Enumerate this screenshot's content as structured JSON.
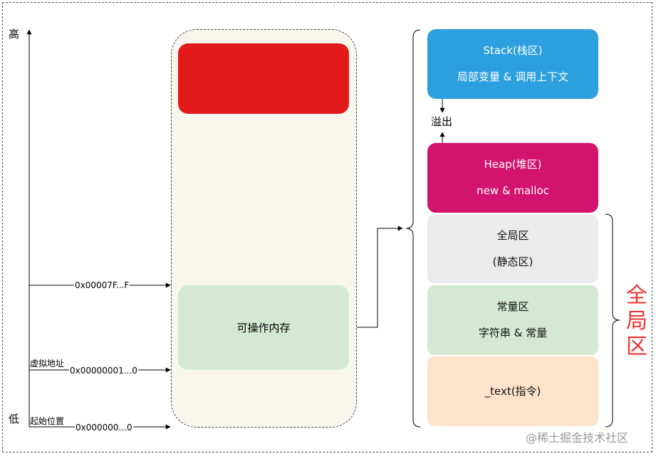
{
  "axis": {
    "high_label": "高",
    "low_label": "低"
  },
  "addresses": {
    "top_addr": "0x00007F...F",
    "virtual_label": "虚拟地址",
    "mid_addr": "0x00000001...0",
    "start_label": "起始位置",
    "bottom_addr": "0x000000...0"
  },
  "memory": {
    "operable_label": "可操作内存"
  },
  "segments": {
    "stack_title": "Stack(栈区)",
    "stack_desc": "局部变量 & 调用上下文",
    "overflow_label": "溢出",
    "heap_title": "Heap(堆区)",
    "heap_desc": "new & malloc",
    "global_title": "全局区",
    "global_desc": "(静态区)",
    "const_title": "常量区",
    "const_desc": "字符串 & 常量",
    "text_title": "_text(指令)"
  },
  "global_area": {
    "chars": [
      "全",
      "局",
      "区"
    ]
  },
  "watermark": "@稀土掘金技术社区",
  "colors": {
    "red_block": "#e31a1a",
    "stack": "#2c9fde",
    "heap": "#d3146e",
    "global": "#ebebeb",
    "const": "#d5e8d4",
    "text": "#fde3c9",
    "memory_bg": "#f9f7ed",
    "global_label": "#ee3333"
  }
}
